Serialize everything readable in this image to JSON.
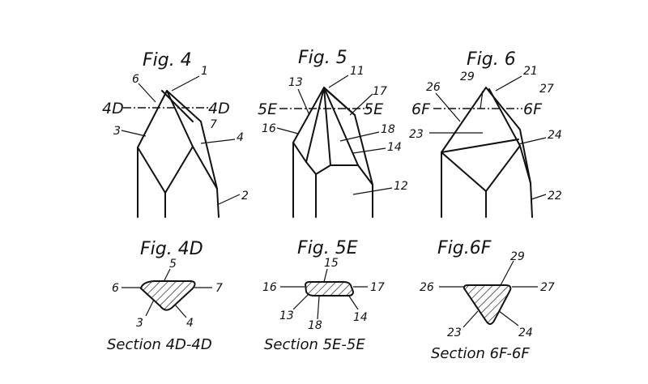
{
  "figures": {
    "fig4": {
      "title": "Fig. 4",
      "cut_left": "4D",
      "cut_right": "4D",
      "refs": {
        "r1": "1",
        "r2": "2",
        "r3": "3",
        "r4": "4",
        "r6": "6",
        "r7": "7"
      }
    },
    "fig5": {
      "title": "Fig. 5",
      "cut_left": "5E",
      "cut_right": "5E",
      "refs": {
        "r11": "11",
        "r12": "12",
        "r13": "13",
        "r14": "14",
        "r16": "16",
        "r17": "17",
        "r18": "18"
      }
    },
    "fig6": {
      "title": "Fig. 6",
      "cut_left": "6F",
      "cut_right": "6F",
      "refs": {
        "r21": "21",
        "r22": "22",
        "r23": "23",
        "r24": "24",
        "r26": "26",
        "r27": "27",
        "r29": "29"
      }
    }
  },
  "sections": {
    "fig4d": {
      "title": "Fig. 4D",
      "caption": "Section 4D-4D",
      "refs": {
        "r3": "3",
        "r4": "4",
        "r5": "5",
        "r6": "6",
        "r7": "7"
      }
    },
    "fig5e": {
      "title": "Fig. 5E",
      "caption": "Section 5E-5E",
      "refs": {
        "r13": "13",
        "r14": "14",
        "r15": "15",
        "r16": "16",
        "r17": "17",
        "r18": "18"
      }
    },
    "fig6f": {
      "title": "Fig.6F",
      "caption": "Section 6F-6F",
      "refs": {
        "r23": "23",
        "r24": "24",
        "r26": "26",
        "r27": "27",
        "r29": "29"
      }
    }
  }
}
